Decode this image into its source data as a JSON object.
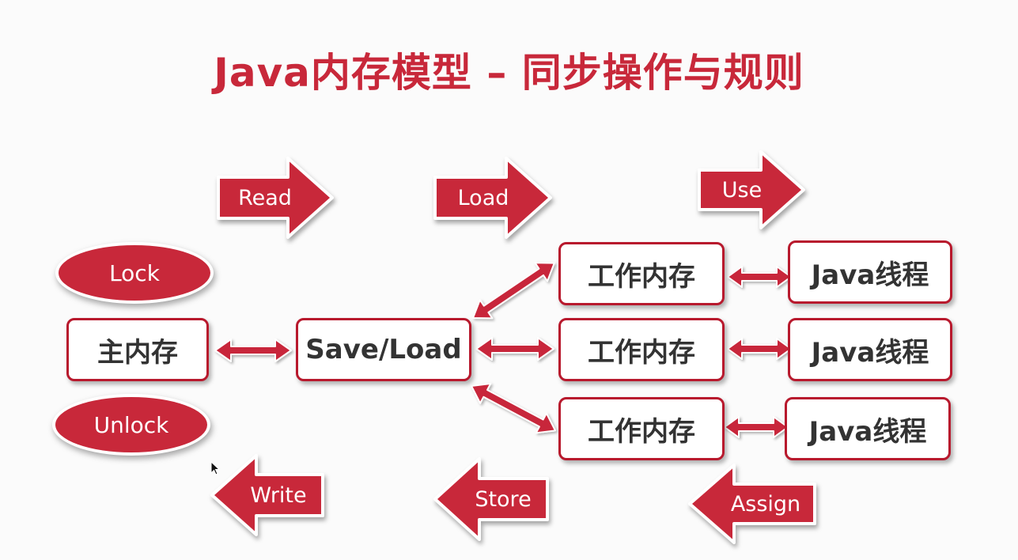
{
  "title": "Java内存模型 – 同步操作与规则",
  "operations": {
    "read": "Read",
    "load": "Load",
    "use": "Use",
    "write": "Write",
    "store": "Store",
    "assign": "Assign",
    "lock": "Lock",
    "unlock": "Unlock"
  },
  "nodes": {
    "main_memory": "主内存",
    "save_load": "Save/Load",
    "working_memory": [
      "工作内存",
      "工作内存",
      "工作内存"
    ],
    "java_thread": [
      "Java线程",
      "Java线程",
      "Java线程"
    ]
  },
  "colors": {
    "accent": "#c8283a",
    "border": "#b8192d",
    "text": "#333333",
    "background": "#fbfbfb"
  }
}
